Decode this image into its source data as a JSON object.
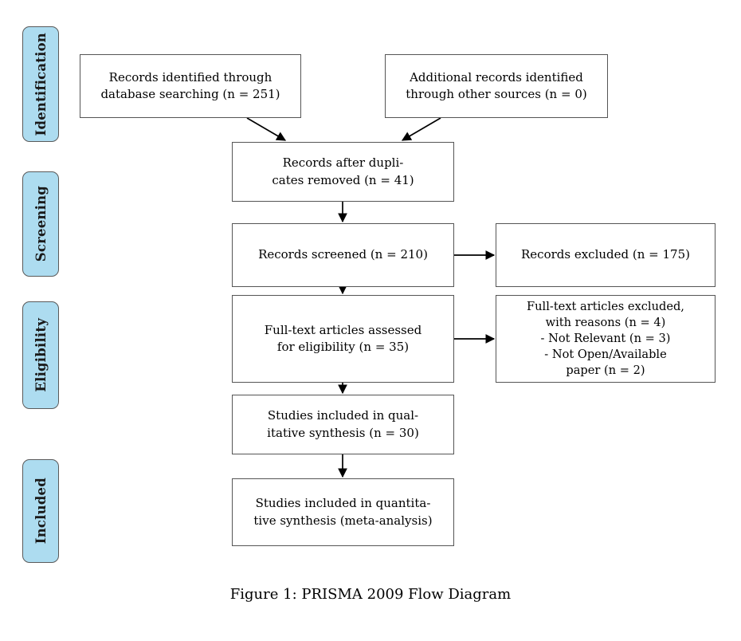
{
  "figure": {
    "caption": "Figure 1:  PRISMA 2009 Flow Diagram"
  },
  "colors": {
    "pill_fill": "#ADDCF0",
    "pill_border": "#5a5a5a",
    "box_border": "#555555",
    "arrow": "#000000",
    "text": "#000000",
    "background": "#ffffff"
  },
  "stages": [
    {
      "id": "identification",
      "label": "Identification"
    },
    {
      "id": "screening",
      "label": "Screening"
    },
    {
      "id": "eligibility",
      "label": "Eligibility"
    },
    {
      "id": "included",
      "label": "Included"
    }
  ],
  "boxes": {
    "db_records": "Records identified through\ndatabase searching (n = 251)",
    "other_records": "Additional records identified\nthrough other sources (n = 0)",
    "duplicates": "Records after dupli-\ncates removed (n = 41)",
    "screened": "Records screened (n = 210)",
    "excluded": "Records excluded (n = 175)",
    "fulltext": "Full-text articles assessed\nfor eligibility (n = 35)",
    "fulltext_excluded": "Full-text articles excluded,\nwith reasons (n = 4)\n- Not Relevant (n = 3)\n- Not Open/Available\npaper (n = 2)",
    "qualitative": "Studies included in qual-\nitative synthesis (n = 30)",
    "quantitative": "Studies included in quantita-\ntive synthesis (meta-analysis)"
  },
  "counts": {
    "database_searching": 251,
    "other_sources": 0,
    "after_duplicates": 41,
    "screened": 210,
    "excluded": 175,
    "fulltext_assessed": 35,
    "fulltext_excluded": 4,
    "not_relevant": 3,
    "not_open_available": 2,
    "qualitative_synthesis": 30
  },
  "connectors": [
    {
      "name": "db-records-to-duplicates",
      "from": "db_records",
      "to": "duplicates",
      "direction": "diagonal-down-right"
    },
    {
      "name": "other-records-to-duplicates",
      "from": "other_records",
      "to": "duplicates",
      "direction": "diagonal-down-left"
    },
    {
      "name": "duplicates-to-screened",
      "from": "duplicates",
      "to": "screened",
      "direction": "down"
    },
    {
      "name": "screened-to-excluded",
      "from": "screened",
      "to": "excluded",
      "direction": "right"
    },
    {
      "name": "screened-to-fulltext",
      "from": "screened",
      "to": "fulltext",
      "direction": "down"
    },
    {
      "name": "fulltext-to-fulltext-excluded",
      "from": "fulltext",
      "to": "fulltext_excluded",
      "direction": "right"
    },
    {
      "name": "fulltext-to-qualitative",
      "from": "fulltext",
      "to": "qualitative",
      "direction": "down"
    },
    {
      "name": "qualitative-to-quantitative",
      "from": "qualitative",
      "to": "quantitative",
      "direction": "down"
    }
  ]
}
